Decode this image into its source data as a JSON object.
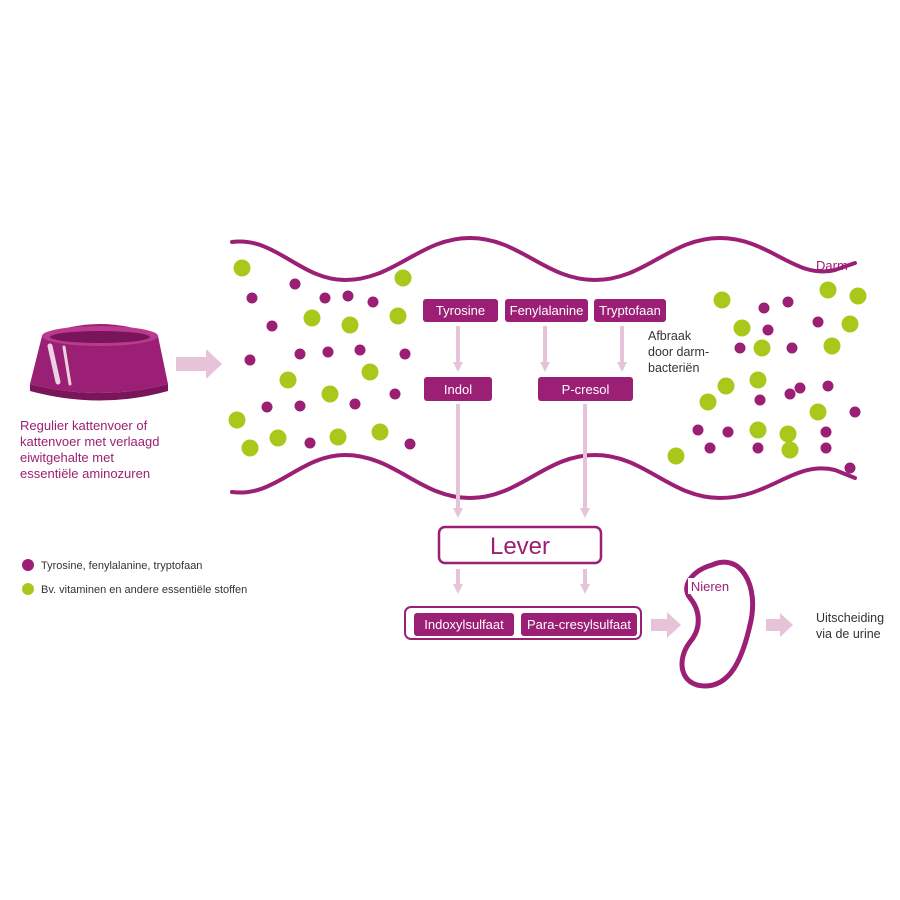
{
  "colors": {
    "primary": "#9b1f74",
    "arrow": "#e6c3d8",
    "green": "#a8c91c",
    "text": "#333333"
  },
  "food": {
    "bowl_icon": "cat-food-bowl-icon",
    "caption": [
      "Regulier kattenvoer of",
      "kattenvoer met verlaagd",
      "eiwitgehalte met",
      "essentiële aminozuren"
    ]
  },
  "intestine": {
    "label": "Darm",
    "amino_acids": [
      "Tyrosine",
      "Fenylalanine",
      "Tryptofaan"
    ],
    "breakdown_note": [
      "Afbraak",
      "door darm-",
      "bacteriën"
    ],
    "metabolites": [
      "Indol",
      "P-cresol"
    ]
  },
  "liver": {
    "label": "Lever"
  },
  "conjugates": [
    "Indoxylsulfaat",
    "Para-cresylsulfaat"
  ],
  "kidney": {
    "label": "Nieren",
    "icon": "kidney-icon"
  },
  "excretion": [
    "Uitscheiding",
    "via de urine"
  ],
  "legend": [
    {
      "color": "#9b1f74",
      "label": "Tyrosine, fenylalanine, tryptofaan"
    },
    {
      "color": "#a8c91c",
      "label": "Bv. vitaminen en andere essentiële stoffen"
    }
  ]
}
